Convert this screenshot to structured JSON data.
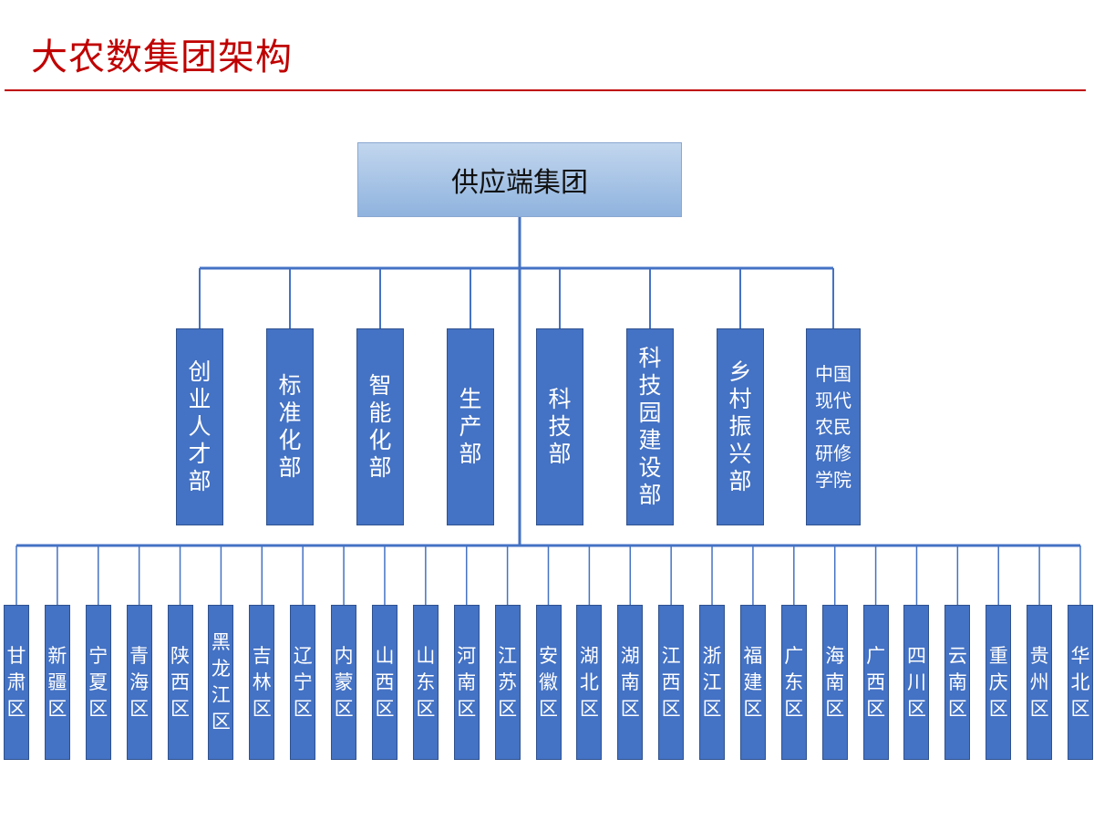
{
  "title": "大农数集团架构",
  "root": "供应端集团",
  "departments": [
    "创业人才部",
    "标准化部",
    "智能化部",
    "生产部",
    "科技部",
    "科技园建设部",
    "乡村振兴部",
    "中国现代农民研修学院"
  ],
  "regions": [
    "甘肃区",
    "新疆区",
    "宁夏区",
    "青海区",
    "陕西区",
    "黑龙江区",
    "吉林区",
    "辽宁区",
    "内蒙区",
    "山西区",
    "山东区",
    "河南区",
    "江苏区",
    "安徽区",
    "湖北区",
    "湖南区",
    "江西区",
    "浙江区",
    "福建区",
    "广东区",
    "海南区",
    "广西区",
    "四川区",
    "云南区",
    "重庆区",
    "贵州区",
    "华北区"
  ],
  "colors": {
    "title": "#c00000",
    "node_fill": "#4472c4",
    "connector": "#4472c4",
    "root_fill": "#a9c4e6"
  }
}
